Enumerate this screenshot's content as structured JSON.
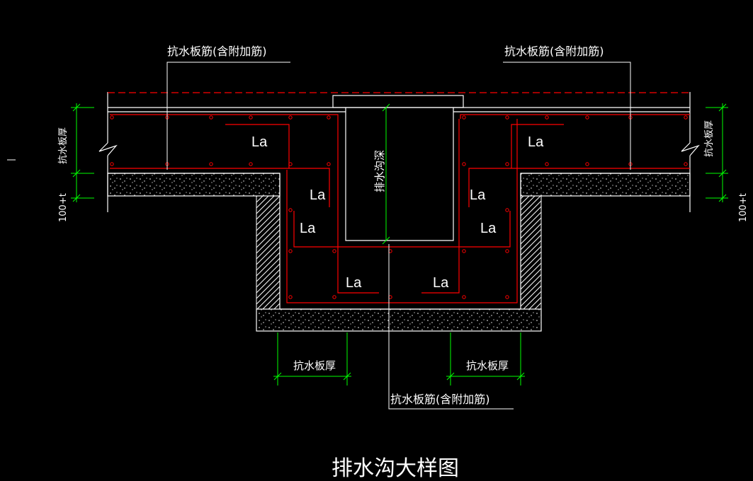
{
  "drawing": {
    "title": "排水沟大样图",
    "rebar_label_left": "抗水板筋(含附加筋)",
    "rebar_label_right": "抗水板筋(含附加筋)",
    "rebar_label_bottom": "抗水板筋(含附加筋)",
    "slab_thickness_left": "抗水板厚",
    "slab_thickness_right": "抗水板厚",
    "cushion_left": "100+t",
    "cushion_right": "100+t",
    "trench_depth": "排水沟深",
    "bottom_thickness_left": "抗水板厚",
    "bottom_thickness_right": "抗水板厚",
    "anchorage": [
      "La",
      "La",
      "La",
      "La",
      "La",
      "La",
      "La",
      "La"
    ]
  },
  "colors": {
    "background": "#000000",
    "line": "#ffffff",
    "rebar": "#ff0000",
    "dimension": "#00ff00",
    "label": "#ffffff"
  }
}
